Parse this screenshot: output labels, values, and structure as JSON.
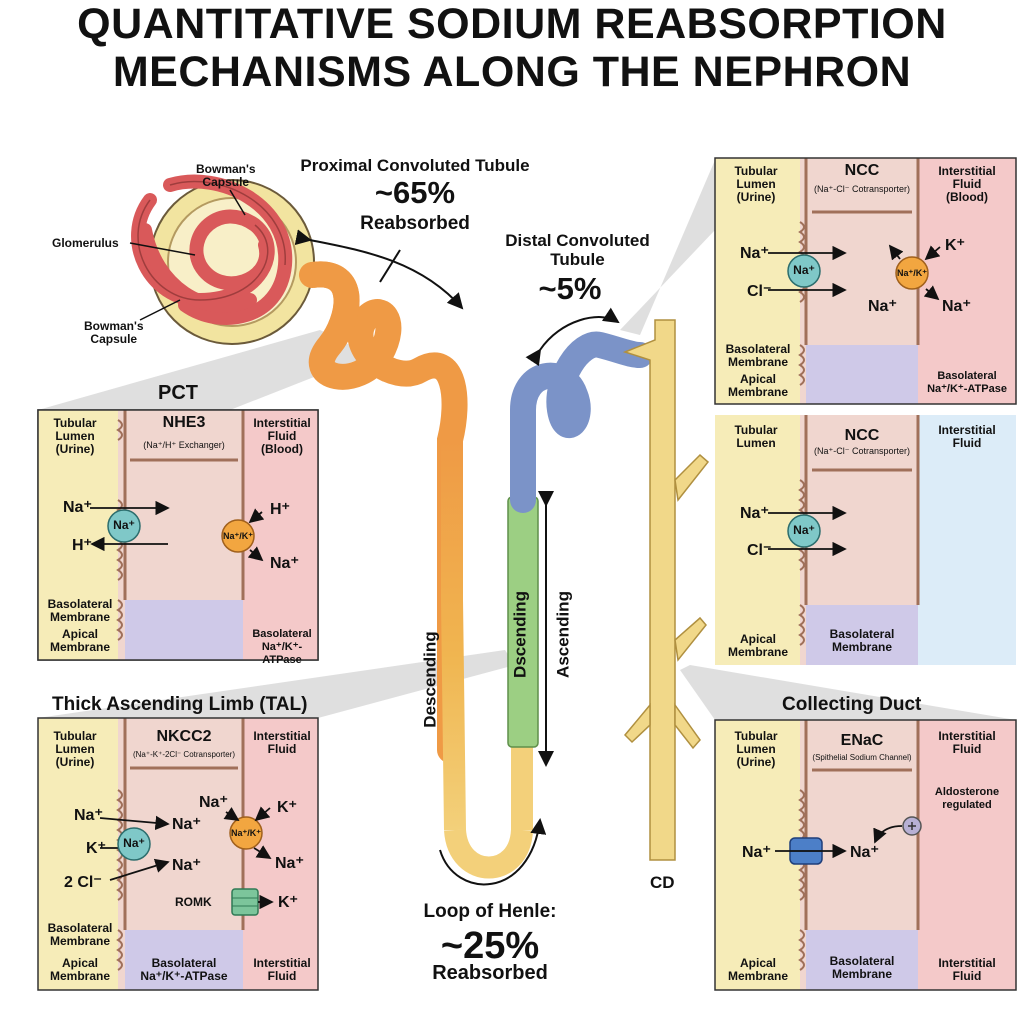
{
  "title": {
    "line1": "QUANTITATIVE SODIUM REABSORPTION",
    "line2": "MECHANISMS ALONG THE NEPHRON"
  },
  "nephron": {
    "bowmans_capsule_top": "Bowman's\nCapsule",
    "glomerulus": "Glomerulus",
    "bowmans_capsule_bottom": "Bowman's\nCapsule",
    "pct_title": "Proximal Convoluted Tubule",
    "pct_percent": "~65%",
    "pct_reabsorbed": "Reabsorbed",
    "dct_title": "Distal Convoluted\nTubule",
    "dct_percent": "~5%",
    "descending_outer": "Descending",
    "descending_inner": "Dscending",
    "ascending": "Ascending",
    "loop_title": "Loop of Henle:",
    "loop_percent": "~25%",
    "loop_reabsorbed": "Reabsorbed",
    "cd": "CD"
  },
  "panels": {
    "pct": {
      "heading": "PCT",
      "lumen": "Tubular\nLumen\n(Urine)",
      "transporter": "NHE3",
      "transporter_sub": "(Na⁺/H⁺ Exchanger)",
      "interstitial": "Interstitial\nFluid\n(Blood)",
      "ion1": "Na⁺",
      "ion2": "H⁺",
      "carrier": "Na⁺",
      "pump": "Na⁺/K⁺",
      "pump_in": "H⁺",
      "pump_out": "Na⁺",
      "basolateral": "Basolateral\nMembrane",
      "apical": "Apical\nMembrane",
      "atpase": "Basolateral\nNa⁺/K⁺-ATPase"
    },
    "tal": {
      "heading": "Thick Ascending Limb (TAL)",
      "lumen": "Tubular\nLumen\n(Urine)",
      "transporter": "NKCC2",
      "transporter_sub": "(Na⁺-K⁺-2Cl⁻ Cotransporter)",
      "interstitial": "Interstitial\nFluid",
      "ion1": "Na⁺",
      "ion2": "K⁺",
      "ion3": "2 Cl⁻",
      "out1": "Na⁺",
      "out2": "Na⁺",
      "carrier": "Na⁺",
      "pump": "Na⁺/K⁺",
      "pump_top": "Na⁺",
      "pump_in": "K⁺",
      "pump_out": "Na⁺",
      "romk": "ROMK",
      "romk_ion": "K⁺",
      "basolateral": "Basolateral\nMembrane",
      "apical": "Apical\nMembrane",
      "atpase": "Basolateral\nNa⁺/K⁺-ATPase",
      "interstitial_bottom": "Interstitial\nFluid"
    },
    "dct": {
      "lumen": "Tubular\nLumen\n(Urine)",
      "transporter": "NCC",
      "transporter_sub": "(Na⁺-Cl⁻ Cotransporter)",
      "interstitial": "Interstitial\nFluid\n(Blood)",
      "ion1": "Na⁺",
      "ion2": "Cl⁻",
      "carrier": "Na⁺",
      "pump": "Na⁺/K⁺",
      "pump_k": "K⁺",
      "pump_na_in": "Na⁺",
      "pump_na_out": "Na⁺",
      "basolateral": "Basolateral\nMembrane",
      "apical": "Apical\nMembrane",
      "atpase": "Basolateral\nNa⁺/K⁺-ATPase"
    },
    "ncc2": {
      "lumen": "Tubular\nLumen",
      "transporter": "NCC",
      "transporter_sub": "(Na⁺-Cl⁻ Cotransporter)",
      "interstitial": "Interstitial\nFluid",
      "ion1": "Na⁺",
      "ion2": "Cl⁻",
      "carrier": "Na⁺",
      "apical": "Apical\nMembrane",
      "basolateral": "Basolateral\nMembrane"
    },
    "cd": {
      "heading": "Collecting Duct",
      "lumen": "Tubular\nLumen\n(Urine)",
      "transporter": "ENaC",
      "transporter_sub": "(Spithelial Sodium Channel)",
      "interstitial": "Interstitial\nFluid",
      "aldosterone": "Aldosterone\nregulated",
      "ion_in": "Na⁺",
      "ion_out": "Na⁺",
      "apical": "Apical\nMembrane",
      "basolateral": "Basolateral\nMembrane",
      "interstitial_bottom": "Interstitial\nFluid"
    }
  },
  "colors": {
    "lumen": "#f6ecb8",
    "cell": "#f0d6cf",
    "interstitial": "#f4c9c9",
    "basolateral": "#cfc9e8",
    "membrane": "#a0705a",
    "carrier": "#7fc8c8",
    "pump": "#f2a640",
    "pct_tube": "#ef9a45",
    "dct_tube": "#7b93c8",
    "asc_tube": "#9ccf83",
    "cd_tube": "#f1d889",
    "glomerulus": "#d9595a",
    "capsule": "#f2e4a0"
  }
}
